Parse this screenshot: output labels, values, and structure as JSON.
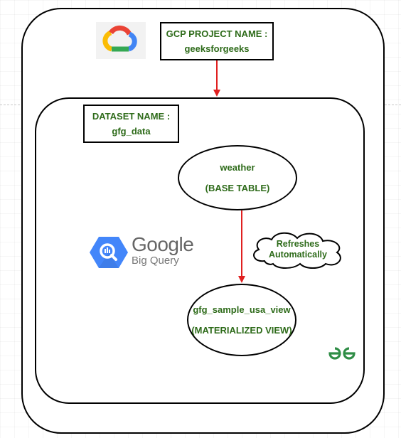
{
  "project": {
    "label": "GCP PROJECT NAME :",
    "name": "geeksforgeeks"
  },
  "dataset": {
    "label": "DATASET NAME :",
    "name": "gfg_data"
  },
  "base_table": {
    "name": "weather",
    "kind": "(BASE TABLE)"
  },
  "materialized_view": {
    "name": "gfg_sample_usa_view",
    "kind": "(MATERIALIZED VIEW)"
  },
  "refresh_note": {
    "line1": "Refreshes",
    "line2": "Automatically"
  },
  "bigquery_logo": {
    "brand": "Google",
    "product": "Big Query"
  },
  "colors": {
    "text_green": "#2e6b1a",
    "arrow_red": "#e02020",
    "gfg_green": "#2f8d46",
    "bq_blue": "#4386fa"
  },
  "icons": [
    "google-cloud-logo-icon",
    "bigquery-magnifier-icon",
    "gfg-logo-icon"
  ]
}
